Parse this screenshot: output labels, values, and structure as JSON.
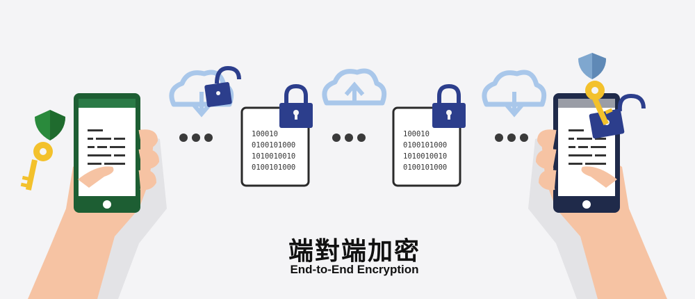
{
  "title_zh": "端對端加密",
  "title_en": "End-to-End Encryption",
  "packets": [
    {
      "lines": [
        "100010",
        "0100101000",
        "1010010010",
        "0100101000"
      ]
    },
    {
      "lines": [
        "100010",
        "0100101000",
        "1010010010",
        "0100101000"
      ]
    }
  ],
  "colors": {
    "sender_phone": "#1d5e33",
    "receiver_phone": "#1f2a4a",
    "lock": "#2c3e8c",
    "cloud": "#a9c7ea",
    "key": "#f3c12c",
    "shield_sender": "#2a8a3c",
    "shield_receiver": "#7fa7cf",
    "dots": "#3a3a3a"
  },
  "icons": [
    "key-icon",
    "shield-icon",
    "cloud-download-icon",
    "cloud-upload-icon",
    "padlock-closed-icon",
    "padlock-open-icon",
    "hand-icon",
    "phone-icon"
  ]
}
